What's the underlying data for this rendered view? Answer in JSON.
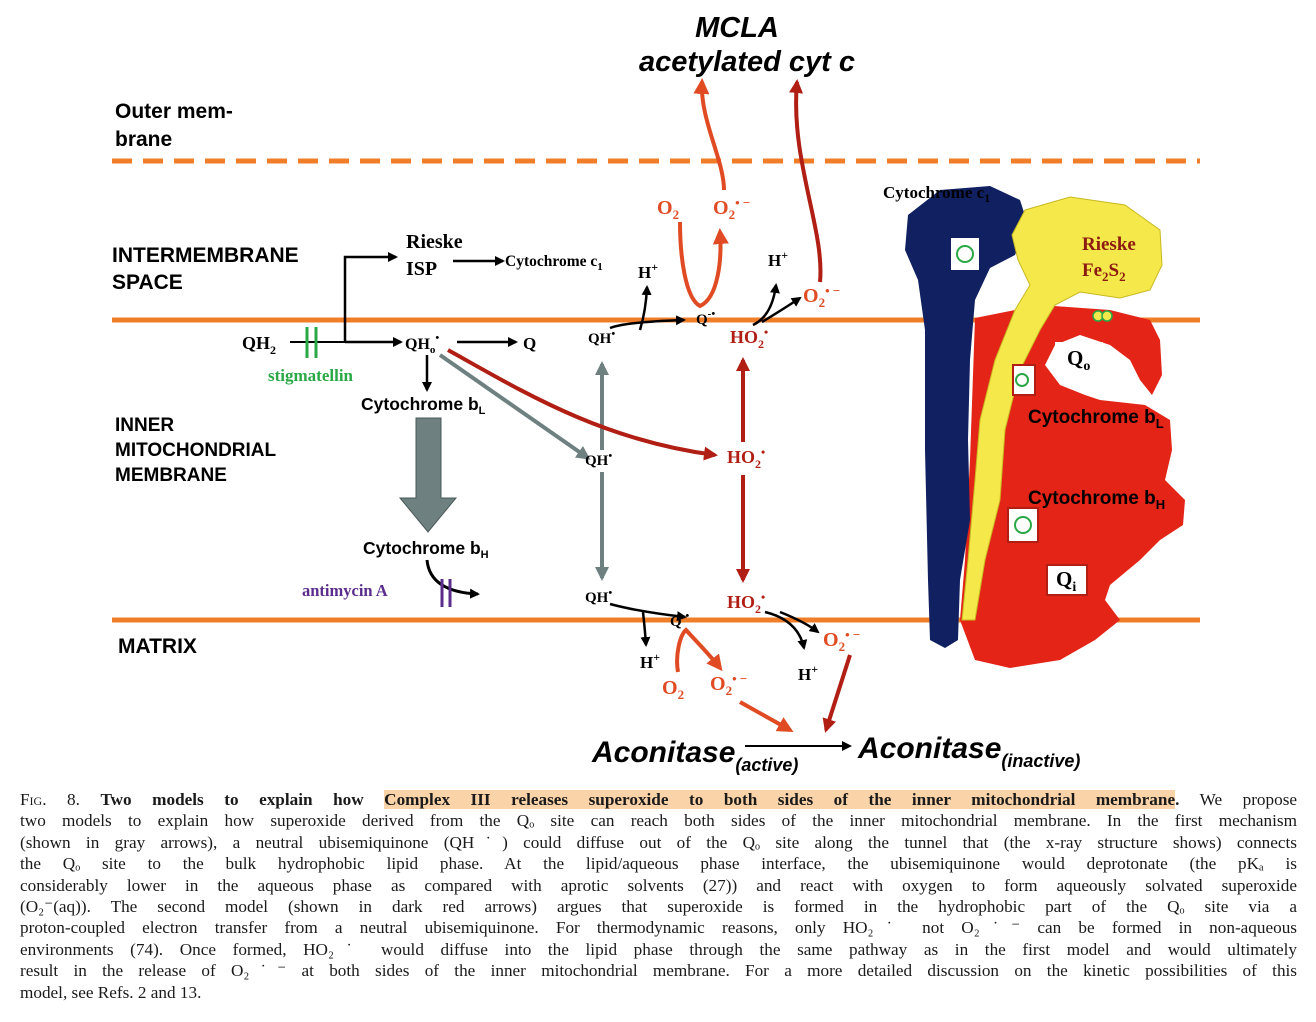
{
  "diagram": {
    "top": {
      "mcla": "MCLA",
      "acetylated": "acetylated cyt c"
    },
    "regions": {
      "outer_membrane_1": "Outer mem-",
      "outer_membrane_2": "brane",
      "intermembrane_1": "INTERMEMBRANE",
      "intermembrane_2": "SPACE",
      "inner_1": "INNER",
      "inner_2": "MITOCHONDRIAL",
      "inner_3": "MEMBRANE",
      "matrix": "MATRIX"
    },
    "labels": {
      "rieske_isp_1": "Rieske",
      "rieske_isp_2": "ISP",
      "cyt_c1_flow": "Cytochrome c",
      "cyt_c1_flow_sub": "1",
      "qh2": "QH",
      "qh2_sub": "2",
      "stigmatellin": "stigmatellin",
      "qho": "QH",
      "qho_sub": "o",
      "q": "Q",
      "cyt_bl": "Cytochrome b",
      "cyt_bl_sub": "L",
      "cyt_bh": "Cytochrome b",
      "cyt_bh_sub": "H",
      "antimycin": "antimycin A",
      "qh_radical": "QH",
      "q_minus": "Q",
      "o2": "O",
      "o2_sub": "2",
      "o2_radical": "O",
      "ho2": "HO",
      "ho2_sub": "2",
      "h_plus": "H",
      "aconitase": "Aconitase",
      "active": "(active)",
      "inactive": "(inactive)"
    },
    "structure": {
      "cyt_c1": "Cytochrome c",
      "cyt_c1_sub": "1",
      "rieske_1": "Rieske",
      "rieske_2": "Fe",
      "rieske_2_sub1": "2",
      "rieske_2_b": "S",
      "rieske_2_sub2": "2",
      "qo": "Q",
      "qo_sub": "o",
      "cyt_bl": "Cytochrome b",
      "cyt_bl_sub": "L",
      "cyt_bh": "Cytochrome b",
      "cyt_bh_sub": "H",
      "qi": "Q",
      "qi_sub": "i"
    },
    "colors": {
      "membrane": "#f07d28",
      "dark_red_arrow": "#b01e14",
      "red_arrow": "#e04b23",
      "gray_arrow": "#6e8080",
      "navy": "#102060",
      "yellow": "#f4e84a",
      "protein_red": "#e32416",
      "stigmatellin": "#2aa845",
      "antimycin": "#5a2d8c"
    }
  },
  "caption": {
    "fig_label": "Fig. 8.",
    "title_a": "Two models to explain how",
    "title_hl": "Complex III releases superoxide to both sides of the inner mitochondrial membrane",
    "title_end": ".",
    "lines": [
      "We propose",
      "two models to explain how superoxide derived from the Qₒ site can reach both sides of the inner mitochondrial membrane. In the first mechanism",
      "(shown in gray arrows), a neutral ubisemiquinone (QH˙) could diffuse out of the Qₒ site along the tunnel that (the x-ray structure shows) connects",
      "the Qₒ site to the bulk hydrophobic lipid phase. At the lipid/aqueous phase interface, the ubisemiquinone would deprotonate (the pKₐ is",
      "considerably lower in the aqueous phase as compared with aprotic solvents (27)) and react with oxygen to form aqueously solvated superoxide",
      "(O₂⁻(aq)). The second model (shown in dark red arrows) argues that superoxide is formed in the hydrophobic part of the Qₒ site via a",
      "proton-coupled electron transfer from a neutral ubisemiquinone. For thermodynamic reasons, only HO₂˙ not O₂˙⁻ can be formed in non-aqueous",
      "environments (74). Once formed, HO₂˙ would diffuse into the lipid phase through the same pathway as in the first model and would ultimately",
      "result in the release of O₂˙⁻ at both sides of the inner mitochondrial membrane. For a more detailed discussion on the kinetic possibilities of this",
      "model, see Refs. 2 and 13."
    ]
  }
}
